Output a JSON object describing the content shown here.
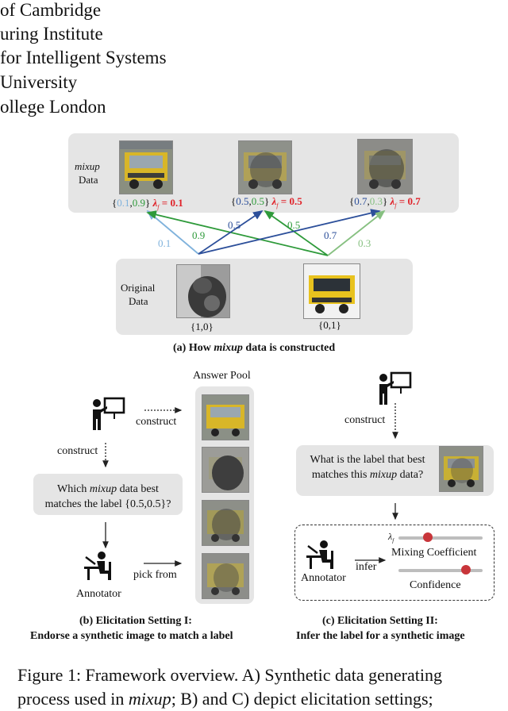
{
  "affiliations": [
    "of Cambridge",
    "uring Institute",
    "for Intelligent Systems",
    "University",
    "ollege London"
  ],
  "panel_a": {
    "mixup_label_italic": "mixup",
    "mixup_label_rest": "Data",
    "original_label_line1": "Original",
    "original_label_line2": "Data",
    "mixed_labels": [
      {
        "a": "0.1",
        "b": "0.9",
        "lambda": "0.1"
      },
      {
        "a": "0.5",
        "b": "0.5",
        "lambda": "0.5"
      },
      {
        "a": "0.7",
        "b": "0.3",
        "lambda": "0.7"
      }
    ],
    "lambda_symbol": "λ",
    "lambda_sub": "f",
    "original_labels": [
      "{1,0}",
      "{0,1}"
    ],
    "edge_weights": [
      "0.1",
      "0.9",
      "0.5",
      "0.5",
      "0.7",
      "0.3"
    ],
    "caption_prefix": "(a) How ",
    "caption_italic": "mixup",
    "caption_suffix": " data is constructed"
  },
  "panel_b": {
    "answer_pool": "Answer Pool",
    "construct_right": "construct",
    "construct_down": "construct",
    "question_line1_prefix": "Which ",
    "question_italic": "mixup",
    "question_line1_suffix": " data best",
    "question_line2": "matches the label {0.5,0.5}?",
    "annotator": "Annotator",
    "pick_from": "pick from",
    "caption_line1": "(b) Elicitation Setting I:",
    "caption_line2": "Endorse a synthetic image to match a label"
  },
  "panel_c": {
    "construct": "construct",
    "question_line1": "What is the label that best",
    "question_line2_prefix": "matches this ",
    "question_italic": "mixup",
    "question_line2_suffix": " data?",
    "annotator": "Annotator",
    "infer": "infer",
    "slider_lambda": "λ",
    "slider_lambda_sub": "f",
    "mixing_coefficient": "Mixing Coefficient",
    "confidence": "Confidence",
    "mixing_value": 0.35,
    "confidence_value": 0.8,
    "caption_line1": "(c) Elicitation Setting II:",
    "caption_line2": "Infer the label for a synthetic image"
  },
  "figure_caption": {
    "line1": "Figure 1: Framework overview. A) Synthetic data generating",
    "line2_prefix": "process used in ",
    "line2_italic": "mixup",
    "line2_suffix": "; B) and C) depict elicitation settings;"
  },
  "colors": {
    "light_blue": "#7fb2dc",
    "green": "#2e9a3a",
    "dark_blue": "#2c4f9a",
    "light_green": "#86c080",
    "red": "#e0232a",
    "panel_bg": "#e5e5e5",
    "slider_dot": "#c8353a"
  },
  "icons": [
    "truck-image",
    "cat-image",
    "teacher-icon",
    "annotator-icon"
  ]
}
